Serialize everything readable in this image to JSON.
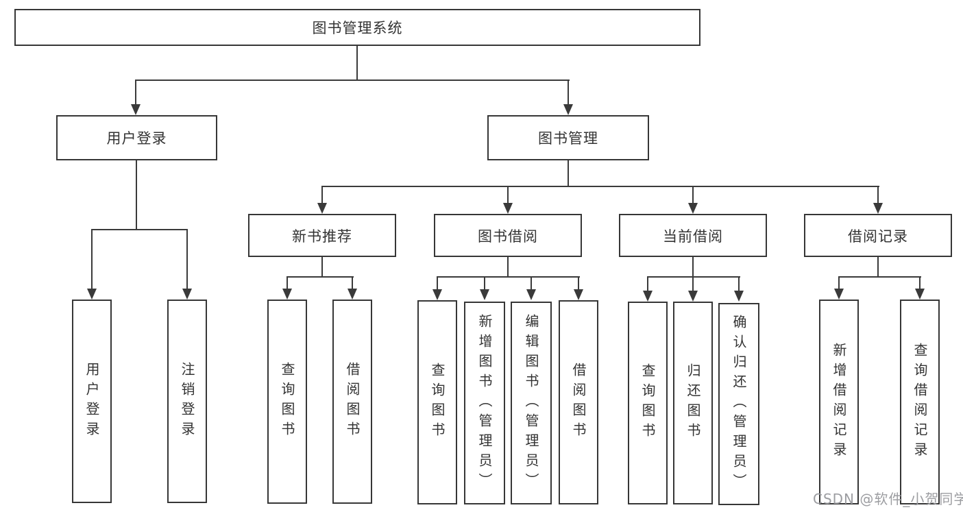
{
  "diagram_title": "图书管理系统",
  "tree": {
    "label": "图书管理系统",
    "children": [
      {
        "label": "用户登录",
        "children": [
          {
            "label": "用户登录"
          },
          {
            "label": "注销登录"
          }
        ]
      },
      {
        "label": "图书管理",
        "children": [
          {
            "label": "新书推荐",
            "children": [
              {
                "label": "查询图书"
              },
              {
                "label": "借阅图书"
              }
            ]
          },
          {
            "label": "图书借阅",
            "children": [
              {
                "label": "查询图书"
              },
              {
                "label": "新增图书（管理员）"
              },
              {
                "label": "编辑图书（管理员）"
              },
              {
                "label": "借阅图书"
              }
            ]
          },
          {
            "label": "当前借阅",
            "children": [
              {
                "label": "查询图书"
              },
              {
                "label": "归还图书"
              },
              {
                "label": "确认归还（管理员）"
              }
            ]
          },
          {
            "label": "借阅记录",
            "children": [
              {
                "label": "新增借阅记录"
              },
              {
                "label": "查询借阅记录"
              }
            ]
          }
        ]
      }
    ]
  },
  "watermark": "CSDN @软件_小贺同学",
  "colors": {
    "line": "#3a3a3a",
    "box_border": "#363636",
    "text": "#333333",
    "background": "#ffffff",
    "watermark": "#9c9da1"
  }
}
